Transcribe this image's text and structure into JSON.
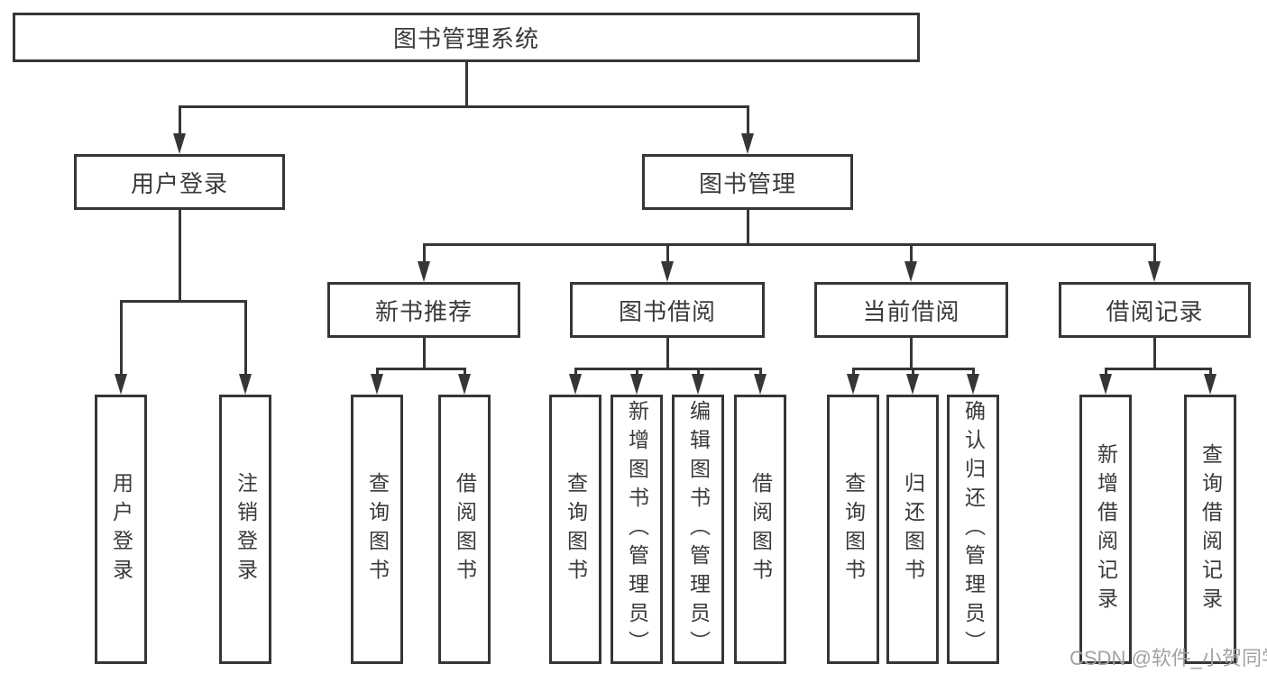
{
  "diagram": {
    "type": "tree",
    "colors": {
      "line": "#363636",
      "node_border": "#363636",
      "node_text": "#3a3a3a",
      "background": "#ffffff",
      "watermark_text_color": "#a2a2a2"
    },
    "nodes": {
      "root": {
        "label": "图书管理系统"
      },
      "level2": [
        {
          "label": "用户登录"
        },
        {
          "label": "图书管理"
        }
      ],
      "level3": [
        {
          "label": "新书推荐"
        },
        {
          "label": "图书借阅"
        },
        {
          "label": "当前借阅"
        },
        {
          "label": "借阅记录"
        }
      ],
      "leaves": {
        "login": [
          {
            "label": "用户登录"
          },
          {
            "label": "注销登录"
          }
        ],
        "recommend": [
          {
            "label": "查询图书"
          },
          {
            "label": "借阅图书"
          }
        ],
        "borrow": [
          {
            "label": "查询图书"
          },
          {
            "label": "新增图书（管理员）"
          },
          {
            "label": "编辑图书（管理员）"
          },
          {
            "label": "借阅图书"
          }
        ],
        "current": [
          {
            "label": "查询图书"
          },
          {
            "label": "归还图书"
          },
          {
            "label": "确认归还（管理员）"
          }
        ],
        "records": [
          {
            "label": "新增借阅记录"
          },
          {
            "label": "查询借阅记录"
          }
        ]
      }
    },
    "edges": [
      [
        "图书管理系统",
        "用户登录"
      ],
      [
        "图书管理系统",
        "图书管理"
      ],
      [
        "用户登录",
        "用户登录(叶)"
      ],
      [
        "用户登录",
        "注销登录"
      ],
      [
        "图书管理",
        "新书推荐"
      ],
      [
        "图书管理",
        "图书借阅"
      ],
      [
        "图书管理",
        "当前借阅"
      ],
      [
        "图书管理",
        "借阅记录"
      ],
      [
        "新书推荐",
        "查询图书"
      ],
      [
        "新书推荐",
        "借阅图书"
      ],
      [
        "图书借阅",
        "查询图书"
      ],
      [
        "图书借阅",
        "新增图书（管理员）"
      ],
      [
        "图书借阅",
        "编辑图书（管理员）"
      ],
      [
        "图书借阅",
        "借阅图书"
      ],
      [
        "当前借阅",
        "查询图书"
      ],
      [
        "当前借阅",
        "归还图书"
      ],
      [
        "当前借阅",
        "确认归还（管理员）"
      ],
      [
        "借阅记录",
        "新增借阅记录"
      ],
      [
        "借阅记录",
        "查询借阅记录"
      ]
    ],
    "watermark": {
      "text": "CSDN @软件_小贺同学"
    }
  }
}
